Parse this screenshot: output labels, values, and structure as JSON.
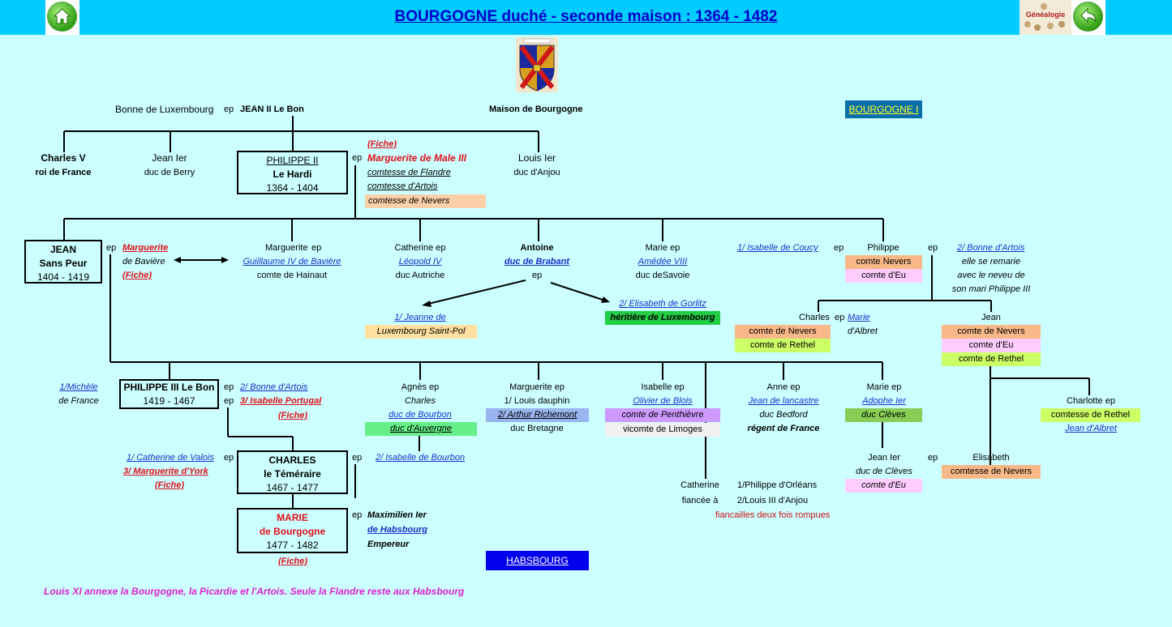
{
  "header": {
    "title": "BOURGOGNE duché - seconde maison : 1364 - 1482",
    "genealogie_label": "Généalogie"
  },
  "colors": {
    "header_bg": "#00ccff",
    "page_bg": "#ccffff",
    "peach": "#fbd0a8",
    "orange": "#f8b888",
    "pink": "#ffccff",
    "lime": "#ccff66",
    "green": "#22cc44",
    "violet": "#cc99ff",
    "lightblue": "#99b4ee"
  },
  "top": {
    "bonne": "Bonne de Luxembourg",
    "ep": "ep",
    "jean2": "JEAN II Le Bon",
    "maison": "Maison de Bourgogne",
    "bourgogne1": "BOURGOGNE I"
  },
  "gen1": {
    "charles_v": "Charles V",
    "roi_france": "roi de France",
    "jean_ier": "Jean Ier",
    "duc_berry": "duc de Berry",
    "phil2_l1": "PHILIPPE II",
    "phil2_l2": "Le Hardi",
    "phil2_l3": "1364 - 1404",
    "ep": "ep",
    "fiche": "(Fiche)",
    "marguerite_male": "Marguerite de Male III",
    "flandre": "comtesse de Flandre",
    "artois": "comtesse d'Artois",
    "nevers": "comtesse de Nevers",
    "louis_ier": "Louis Ier",
    "duc_anjou": "duc d'Anjou"
  },
  "gen2": {
    "jean_l1": "JEAN",
    "jean_l2": "Sans Peur",
    "jean_l3": "1404 - 1419",
    "ep": "ep",
    "marguerite": "Marguerite",
    "de_baviere": "de Bavière",
    "fiche": "(Fiche)",
    "marguerite2": "Marguerite",
    "ep2": "ep",
    "guillaume": "Guiillaume IV de Bavière",
    "hainaut": "comte de Hainaut",
    "catherine": "Catherine ep",
    "leopold": "Léopold IV",
    "autriche": "duc Autriche",
    "antoine": "Antoine",
    "brabant": "duc de Brabant",
    "ep3": "ep",
    "marie": "Marie ep",
    "amedee": "Amédée VIII",
    "savoie": "duc deSavoie",
    "isabelle_coucy": "1/ Isabelle de Coucy",
    "ep4": "ep",
    "philippe": "Philippe",
    "ep5": "ep",
    "bonne_artois": "2/ Bonne d'Artois",
    "comte_nevers": "comte Nevers",
    "comte_eu": "comte d'Eu",
    "remarie1": "elle se remarie",
    "remarie2": "avec le neveu de",
    "remarie3": "son mari Philippe III",
    "jeanne1": "1/ Jeanne de",
    "jeanne2": "Luxembourg Saint-Pol",
    "elisabeth1": "2/ Elisabeth de Gorlitz",
    "elisabeth2": "héritière de Luxembourg",
    "charles": "Charles",
    "ep6": "ep",
    "marie_albret1": "Marie",
    "marie_albret2": "d'Albret",
    "c_nevers": "comte de Nevers",
    "c_rethel": "comte de Rethel",
    "jean": "Jean",
    "j_nevers": "comte de Nevers",
    "j_eu": "comte d'Eu",
    "j_rethel": "comte de Rethel"
  },
  "gen3": {
    "michele1": "1/Michèle",
    "michele2": "de France",
    "phil3_l1": "PHILIPPE III Le Bon",
    "phil3_l2": "1419 - 1467",
    "ep": "ep",
    "ep2": "ep",
    "bonne": "2/ Bonne d'Artois",
    "isabelle": "3/ Isabelle Portugal",
    "fiche": "(Fiche)",
    "agnes": "Agnès ep",
    "agnes_charles": "Charles",
    "agnes_bourbon": "duc de Bourbon",
    "agnes_auvergne": "duc d'Auvergne",
    "marg": "Marguerite ep",
    "marg_dauphin": "1/ Louis dauphin",
    "marg_arthur": "2/ Arthur Richemont",
    "marg_bretagne": "duc Bretagne",
    "isab": "Isabelle ep",
    "isab_olivier": "Olivier de Blois",
    "isab_penthievre": "comte de Penthièvre",
    "isab_limoges": "vicomte de Limoges",
    "anne": "Anne ep",
    "anne_jean": "Jean de lancastre",
    "anne_bedford": "duc Bedford",
    "anne_regent": "régent de France",
    "mariep": "Marie ep",
    "marie_adolphe": " Adophe Ier",
    "marie_cleves": "duc Clèves",
    "charlotte": "Charlotte ep",
    "charlotte_rethel": "comtesse de Rethel",
    "charlotte_albret": "Jean d'Albret"
  },
  "gen4": {
    "catherine_valois": "1/ Catherine de Valois",
    "ep": "ep",
    "marguerite_york": "3/ Marguerite d'York",
    "fiche": "(Fiche)",
    "charles_l1": "CHARLES",
    "charles_l2": "le Téméraire",
    "charles_l3": "1467 - 1477",
    "ep2": "ep",
    "isabelle_bourbon": "2/ Isabelle de Bourbon",
    "catherine": "Catherine",
    "fiancee": "fiancée à",
    "philippe_orleans": "1/Philippe d'Orléans",
    "louis_anjou": "2/Louis III d'Anjou",
    "fiancailles": "fiancailles deux fois rompues",
    "jean_ier": "Jean Ier",
    "ep3": "ep",
    "jean_cleves": "duc de Clèves",
    "jean_eu": "comte d'Eu",
    "elisabeth": "Elisabeth",
    "elisabeth_nevers": "comtesse de Nevers"
  },
  "gen5": {
    "marie_l1": "MARIE",
    "marie_l2": "de Bourgogne",
    "marie_l3": "1477 - 1482",
    "ep": "ep",
    "max1": "Maximilien Ier",
    "max2": "de Habsbourg",
    "max3": "Empereur",
    "fiche": "(Fiche)",
    "habsbourg": "HABSBOURG"
  },
  "footer": "Louis XI annexe la Bourgogne, la Picardie et l'Artois. Seule la Flandre reste aux Habsbourg"
}
